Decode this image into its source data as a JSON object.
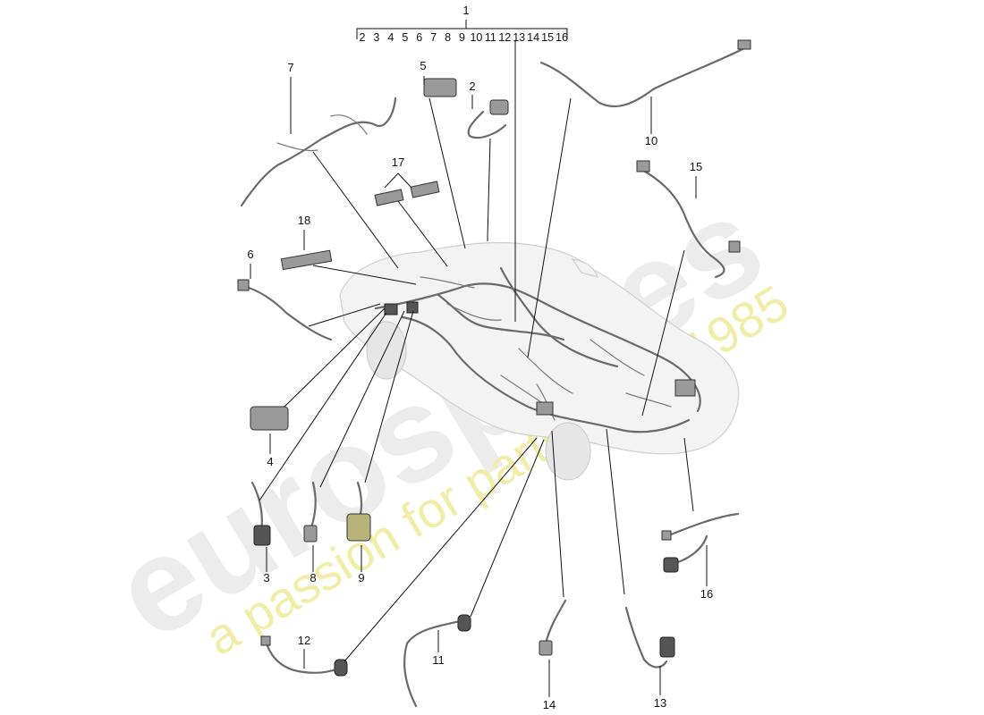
{
  "watermark": {
    "logo_text": "eurospares",
    "tagline": "a passion for parts since 1985"
  },
  "callouts": {
    "c1": "1",
    "c1_sub": [
      "2",
      "3",
      "4",
      "5",
      "6",
      "7",
      "8",
      "9",
      "10",
      "11",
      "12",
      "13",
      "14",
      "15",
      "16"
    ],
    "c2": "2",
    "c3": "3",
    "c4": "4",
    "c5": "5",
    "c6": "6",
    "c7": "7",
    "c8": "8",
    "c9": "9",
    "c10": "10",
    "c11": "11",
    "c12": "12",
    "c13": "13",
    "c14": "14",
    "c15": "15",
    "c16": "16",
    "c17": "17",
    "c18": "18"
  }
}
